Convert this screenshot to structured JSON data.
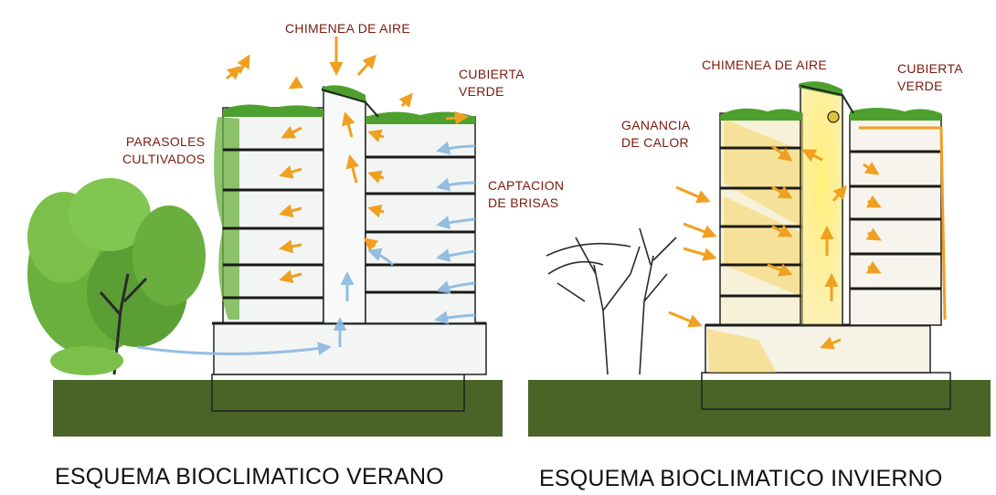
{
  "summer": {
    "labels": {
      "chimney": "CHIMENEA DE AIRE",
      "roof_line1": "CUBIERTA",
      "roof_line2": "VERDE",
      "sunshades_line1": "PARASOLES",
      "sunshades_line2": "CULTIVADOS",
      "breeze_line1": "CAPTACION",
      "breeze_line2": "DE BRISAS"
    },
    "caption": "ESQUEMA BIOCLIMATICO VERANO"
  },
  "winter": {
    "labels": {
      "chimney": "CHIMENEA DE AIRE",
      "roof_line1": "CUBIERTA",
      "roof_line2": "VERDE",
      "heat_line1": "GANANCIA",
      "heat_line2": "DE CALOR"
    },
    "caption": "ESQUEMA BIOCLIMATICO INVIERNO"
  },
  "colors": {
    "label_text": "#7a1a0e",
    "ground": "#4a6428",
    "vegetation": "#5aa83a",
    "warm_arrow": "#f0a020",
    "cool_arrow": "#8ab8e0",
    "sun_fill": "#fbe46a"
  }
}
